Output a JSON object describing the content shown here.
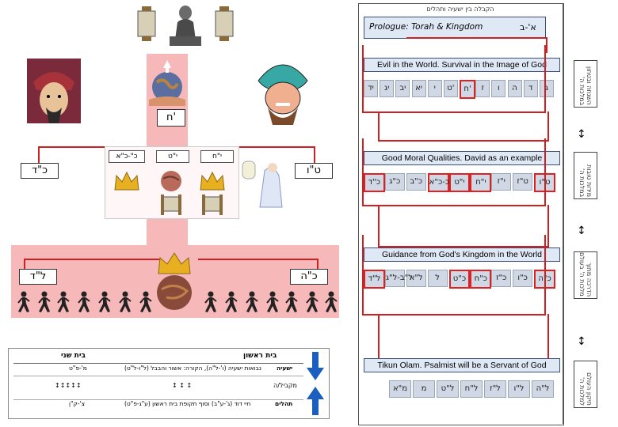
{
  "left": {
    "chapter_top": "ח'",
    "chapter_left": "כ\"ד",
    "chapter_right": "ט\"ו",
    "crowns": [
      "כ\"-כ\"א",
      "י\"ט",
      "י\"ח"
    ],
    "chapter_bottom_left": "ל\"ד",
    "chapter_bottom_right": "כ\"ה"
  },
  "table": {
    "header_left": "בית שני",
    "header_right": "בית ראשון",
    "rows": [
      {
        "left": "מ'-פ\"ט",
        "mid": "נבואות ישעיה (ו'-ל\"ה), הקורה: אשור והבבל (ל\"ו-ל\"ט)",
        "right": "ישעיה"
      },
      {
        "left": "↕↕↕↕↕",
        "mid": "↕   ↕   ↕",
        "right": "מקביל/ה"
      },
      {
        "left": "צ'-ק\"ן",
        "mid": "חיי דוד (ג'-ע\"ב) וסוף תקופת בית ראשון (ע\"ג-פ\"ט)",
        "right": "תהלים"
      }
    ]
  },
  "right": {
    "top_header": "הקבלה בין ישעיה ותהלים",
    "prologue": "Prologue: Torah & Kingdom",
    "prologue_ref": "א'-ב",
    "sections": [
      {
        "title": "Evil in the World. Survival in the Image of God",
        "chips": [
          "ג",
          "ד",
          "ה",
          "ו",
          "ז",
          "ח'",
          "ט'",
          "י",
          "יא",
          "יב",
          "יג",
          "יד"
        ],
        "highlight": [
          5
        ]
      },
      {
        "title": "Good Moral Qualities. David as an example",
        "chips": [
          "ט\"ו",
          "ט\"ז",
          "י\"ז",
          "י\"ח",
          "י\"ט",
          "כ-כ\"א",
          "כ\"ב",
          "כ\"ג",
          "כ\"ד"
        ],
        "highlight": [
          0,
          3,
          4,
          5,
          8
        ]
      },
      {
        "title": "Guidance from God's Kingdom in the World",
        "chips": [
          "כ\"ה",
          "כ\"ו",
          "כ\"ז",
          "כ\"ח",
          "כ\"ט",
          "ל",
          "ל\"א",
          "ל\"ב-ל\"ג",
          "ל\"ד"
        ],
        "highlight": [
          0,
          3,
          4,
          8
        ]
      },
      {
        "title": "Tikun Olam. Psalmist will be a Servant of God",
        "chips": [
          "ל\"ה",
          "ל\"ו",
          "ל\"ז",
          "ל\"ח",
          "ל\"ט",
          "מ",
          "מ\"א"
        ],
        "highlight": []
      }
    ],
    "sidebar": [
      "השגחה ובטחון\nבמלכות ה'",
      "מידות טובות\nבמלכות ה'",
      "הדרכה מתוך\nמלכות ה' בעולם",
      "תיקון העולם\nלמלכות ה'"
    ],
    "arrow": "↕"
  }
}
